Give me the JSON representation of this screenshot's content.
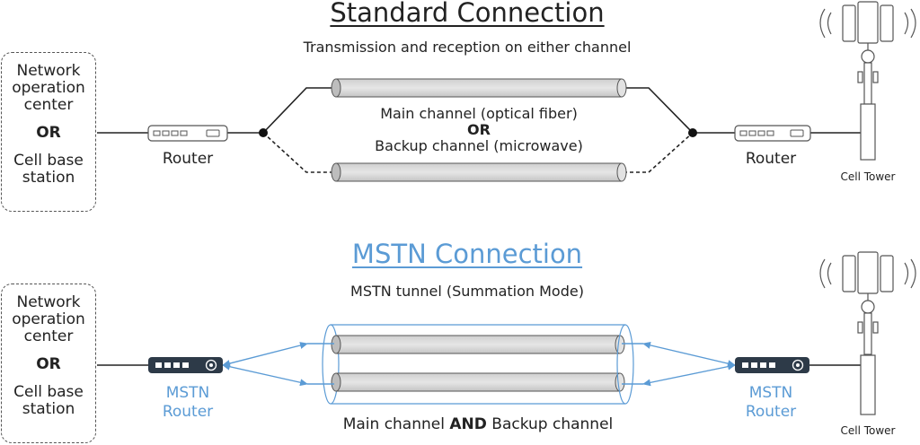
{
  "standard": {
    "title": "Standard Connection",
    "subtitle": "Transmission and reception on either channel",
    "endpoint": {
      "line1": "Network",
      "line2": "operation",
      "line3": "center",
      "or": "OR",
      "line4": "Cell base",
      "line5": "station"
    },
    "left_router": "Router",
    "right_router": "Router",
    "main_channel": "Main channel (optical fiber)",
    "or": "OR",
    "backup_channel": "Backup channel (microwave)",
    "tower": "Cell Tower"
  },
  "mstn": {
    "title": "MSTN Connection",
    "subtitle": "MSTN tunnel (Summation Mode)",
    "endpoint": {
      "line1": "Network",
      "line2": "operation",
      "line3": "center",
      "or": "OR",
      "line4": "Cell base",
      "line5": "station"
    },
    "left_router_line1": "MSTN",
    "left_router_line2": "Router",
    "right_router_line1": "MSTN",
    "right_router_line2": "Router",
    "bottom_part1": "Main channel",
    "bottom_and": "AND",
    "bottom_part2": "Backup channel",
    "tower": "Cell Tower"
  },
  "colors": {
    "accent": "#5b9bd5",
    "device_dark": "#2d3a48",
    "pipe_fill": "#d9d9d9"
  }
}
